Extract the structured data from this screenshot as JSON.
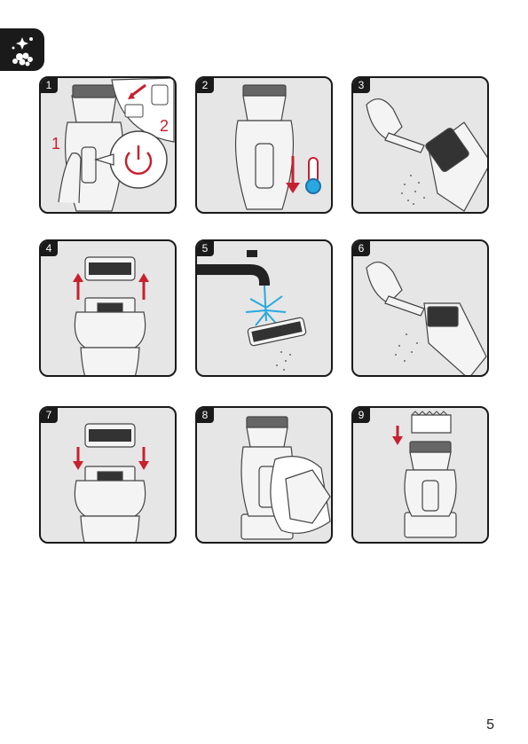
{
  "section_icon": "cleaning-sparkle-icon",
  "steps": [
    {
      "number": "1",
      "labels": [
        "1",
        "2"
      ]
    },
    {
      "number": "2"
    },
    {
      "number": "3"
    },
    {
      "number": "4"
    },
    {
      "number": "5"
    },
    {
      "number": "6"
    },
    {
      "number": "7"
    },
    {
      "number": "8"
    },
    {
      "number": "9"
    }
  ],
  "page_number": "5",
  "colors": {
    "accent_red": "#c8202f",
    "water_blue": "#29a8e0",
    "panel_bg": "#e6e6e6"
  }
}
